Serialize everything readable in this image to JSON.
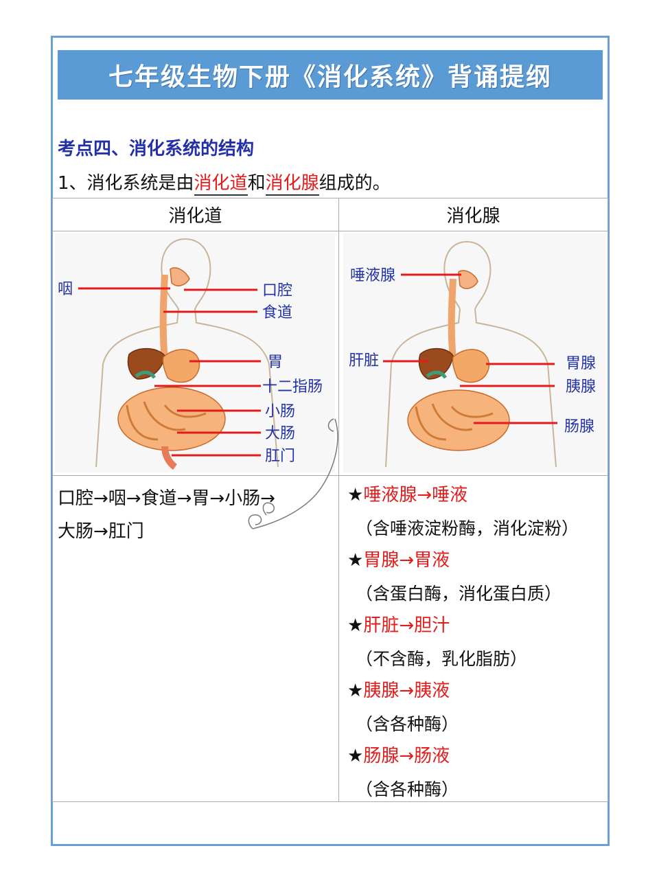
{
  "title": "七年级生物下册《消化系统》背诵提纲",
  "section_title": "考点四、消化系统的结构",
  "intro": {
    "prefix": "1、消化系统是由",
    "term1": "消化道",
    "middle": "和",
    "term2": "消化腺",
    "suffix": "组成的。"
  },
  "table": {
    "col1_header": "消化道",
    "col2_header": "消化腺",
    "tract_labels": {
      "pharynx": "咽",
      "mouth": "口腔",
      "esophagus": "食道",
      "stomach": "胃",
      "duodenum": "十二指肠",
      "small_intestine": "小肠",
      "large_intestine": "大肠",
      "anus": "肛门"
    },
    "gland_labels": {
      "salivary": "唾液腺",
      "liver": "肝脏",
      "gastric": "胃腺",
      "pancreas": "胰腺",
      "intestinal": "肠腺"
    },
    "tract_path_line1": "口腔→咽→食道→胃→小肠→",
    "tract_path_line2": "大肠→肛门",
    "glands": [
      {
        "star": "★",
        "text": "唾液腺→唾液",
        "note": "（含唾液淀粉酶，消化淀粉）"
      },
      {
        "star": "★",
        "text": "胃腺→胃液",
        "note": "（含蛋白酶，消化蛋白质）"
      },
      {
        "star": "★",
        "text": "肝脏→胆汁",
        "note": "（不含酶，乳化脂肪）"
      },
      {
        "star": "★",
        "text": "胰腺→胰液",
        "note": "（含各种酶）"
      },
      {
        "star": "★",
        "text": "肠腺→肠液",
        "note": "（含各种酶）"
      }
    ]
  },
  "colors": {
    "title_bar": "#5b9bd5",
    "frame": "#6b9fd4",
    "section_title": "#2430a8",
    "highlight_red": "#e31b1b",
    "label_blue": "#2232a6"
  }
}
